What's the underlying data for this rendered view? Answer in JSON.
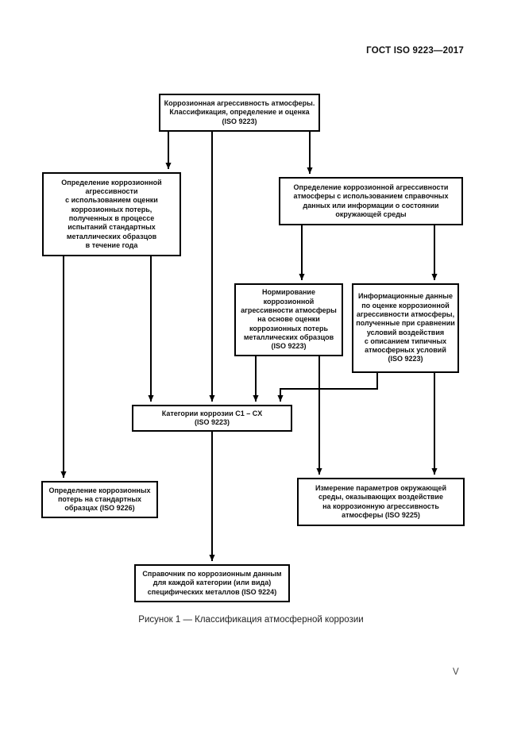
{
  "page": {
    "header": "ГОСТ ISO 9223—2017",
    "figure_caption": "Рисунок 1 — Классификация атмосферной коррозии",
    "page_number": "V"
  },
  "flowchart": {
    "boxes": {
      "root": "Коррозионная агрессивность атмосферы.\nКлассификация, определение и оценка\n(ISO 9223)",
      "specimens_assessment": "Определение коррозионной\nагрессивности\nс использованием оценки\nкоррозионных потерь,\nполученных в процессе\nиспытаний стандартных\nметаллических образцов\nв течение года",
      "reference_data_assessment": "Определение коррозионной агрессивности\nатмосферы с использованием справочных\nданных или информации о состоянии\nокружающей среды",
      "normalization": "Нормирование коррозионной\nагрессивности атмосферы\nна основе оценки\nкоррозионных потерь\nметаллических образцов\n(ISO 9223)",
      "informative_data": "Информационные данные\nпо оценке коррозионной\nагрессивности атмосферы,\nполученные при сравнении\nусловий воздействия\nс описанием типичных\nатмосферных условий\n(ISO 9223)",
      "corrosion_categories": "Категории коррозии C1 – CX\n(ISO 9223)",
      "corrosion_loss": "Определение коррозионных\nпотерь на стандартных\nобразцах (ISO 9226)",
      "environment_measurement": "Измерение параметров окружающей\nсреды, оказывающих воздействие\nна коррозионную агрессивность\nатмосферы (ISO 9225)",
      "handbook": "Справочник по коррозионным данным\nдля каждой категории (или вида)\nспецифических металлов (ISO 9224)"
    }
  }
}
